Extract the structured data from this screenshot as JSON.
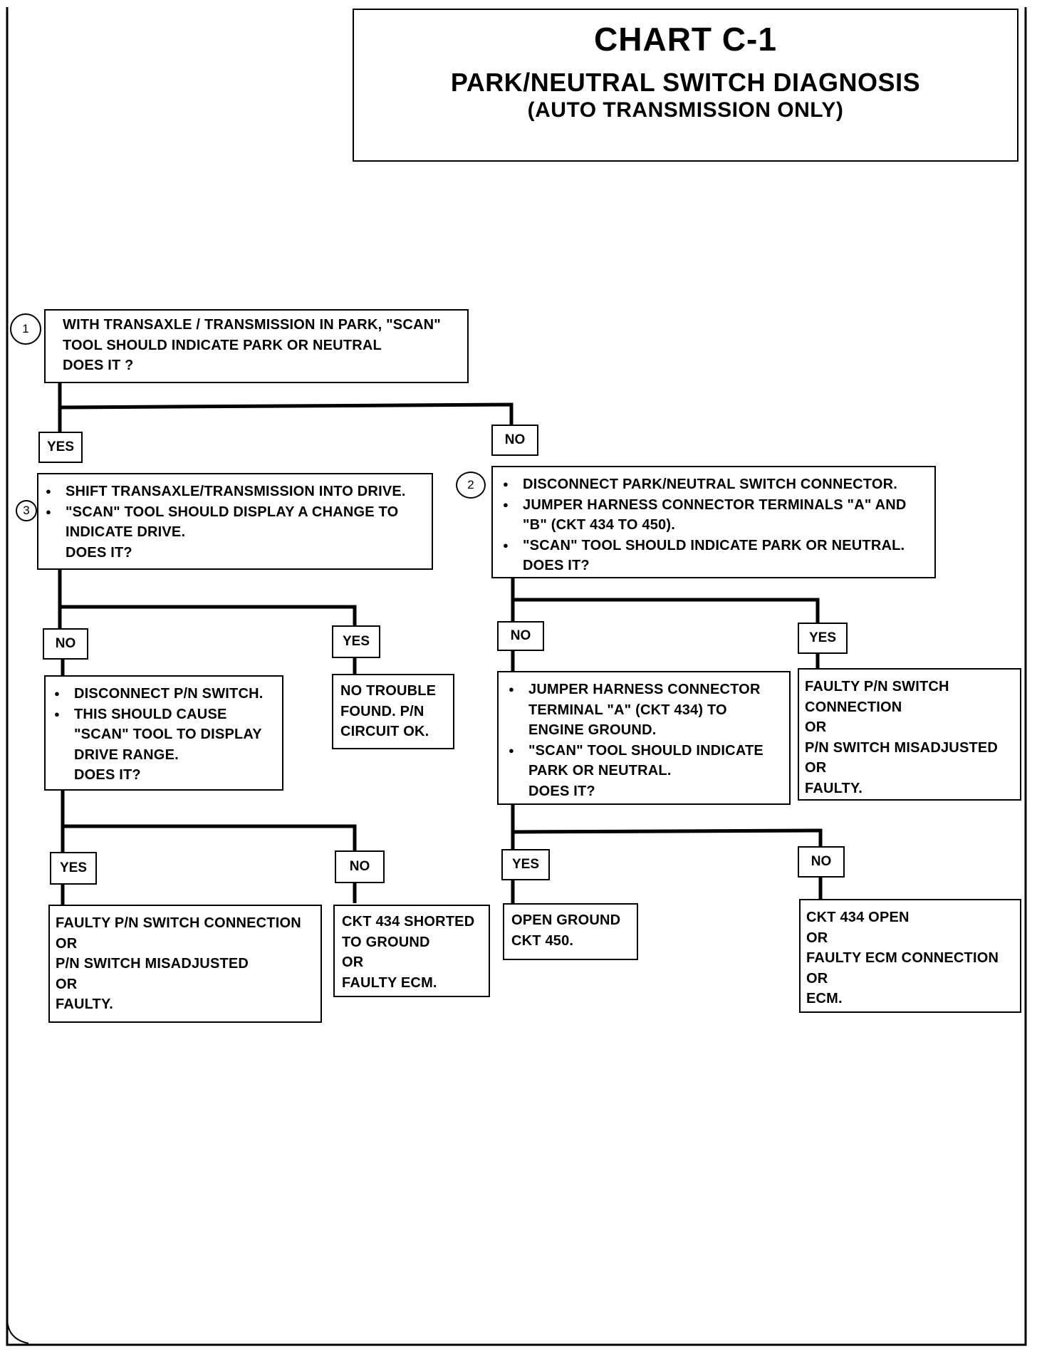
{
  "header": {
    "chart_id": "CHART C-1",
    "title": "PARK/NEUTRAL SWITCH DIAGNOSIS",
    "subtitle": "(AUTO TRANSMISSION ONLY)"
  },
  "steps": {
    "step1_num": "1",
    "step1_lines": [
      "WITH TRANSAXLE /  TRANSMISSION IN PARK, \"SCAN\"",
      "TOOL SHOULD INDICATE PARK OR NEUTRAL",
      "DOES IT ?"
    ],
    "step2_num": "2",
    "step2_lines": [
      "DISCONNECT PARK/NEUTRAL SWITCH CONNECTOR.",
      "JUMPER HARNESS CONNECTOR TERMINALS \"A\" AND",
      "\"B\" (CKT 434 TO 450).",
      "\"SCAN\" TOOL SHOULD INDICATE PARK OR NEUTRAL.",
      "DOES IT?"
    ],
    "step3_num": "3",
    "step3_lines": [
      "SHIFT TRANSAXLE/TRANSMISSION  INTO DRIVE.",
      "\"SCAN\" TOOL SHOULD DISPLAY A CHANGE TO",
      "INDICATE DRIVE.",
      "DOES IT?"
    ]
  },
  "boxes": {
    "disconnect_pn_lines": [
      "DISCONNECT P/N SWITCH.",
      "THIS SHOULD CAUSE",
      "\"SCAN\" TOOL TO DISPLAY",
      "DRIVE RANGE.",
      "DOES IT?"
    ],
    "no_trouble_lines": [
      "NO TROUBLE",
      "FOUND.  P/N",
      "CIRCUIT OK."
    ],
    "jumper_a_lines": [
      "JUMPER HARNESS CONNECTOR",
      "TERMINAL \"A\" (CKT 434) TO",
      "ENGINE GROUND.",
      "\"SCAN\" TOOL SHOULD INDICATE",
      "PARK OR NEUTRAL.",
      "DOES IT?"
    ],
    "faulty_right_lines": [
      "FAULTY P/N SWITCH",
      "CONNECTION",
      "OR",
      "P/N SWITCH MISADJUSTED",
      "OR",
      "FAULTY."
    ],
    "faulty_left_lines": [
      "FAULTY P/N SWITCH CONNECTION",
      "OR",
      "P/N SWITCH MISADJUSTED",
      "OR",
      "FAULTY."
    ],
    "ckt434_shorted_lines": [
      "CKT 434 SHORTED",
      "TO GROUND",
      "OR",
      "FAULTY ECM."
    ],
    "open_ground_lines": [
      "OPEN GROUND",
      "CKT 450."
    ],
    "ckt434_open_lines": [
      "CKT 434 OPEN",
      "OR",
      "FAULTY ECM CONNECTION",
      "OR",
      "ECM."
    ]
  },
  "labels": {
    "yes": "YES",
    "no": "NO"
  }
}
